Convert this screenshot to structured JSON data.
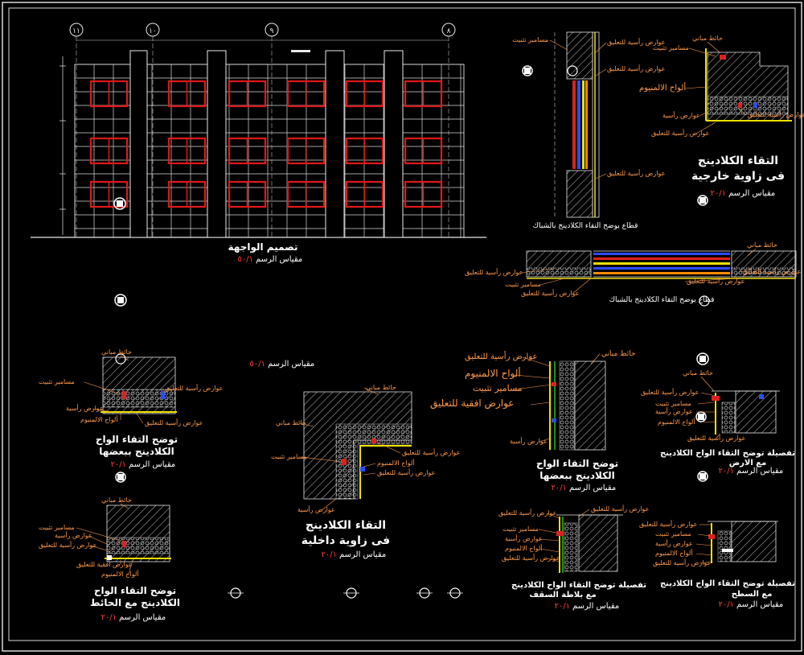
{
  "colors": {
    "background": "#000000",
    "frame": "#d8d8d8",
    "line": "#e8e8e8",
    "window": "#e01818",
    "label": "#ff9a4a",
    "title": "#ffffff",
    "scale_num": "#ff3b3b",
    "panel_yellow": "#f0e000",
    "panel_red": "#e02020",
    "panel_blue": "#2a4cff",
    "panel_green": "#20c020",
    "panel_orange": "#ff8a00"
  },
  "elevation": {
    "axis_tags": [
      "١١",
      "١٠",
      "٩",
      "٨"
    ],
    "title": "تصميم الواجهة",
    "scale_text": "مقياس الرسم",
    "scale_num": "٥٠/١"
  },
  "details": {
    "vertical_section": {
      "caption": "قطاع يوضح التقاء الكلادينج بالشباك",
      "labels": [
        "مسامير تثبيت",
        "عوارض رأسية للتعليق",
        "عوارض رأسية للتعليق",
        "عوارض رأسية للتعليق"
      ]
    },
    "horizontal_section": {
      "caption": "قطاع يوضح التقاء الكلادينج بالشباك",
      "labels": [
        "حائط مباني",
        "عوارض رأسية للتعليق",
        "مسامير تثبيت",
        "عوارض رأسية للتعليق",
        "عوارض رأسية للتعليق",
        "عوارض رأسية للتعليق"
      ]
    },
    "external_corner": {
      "title_line1": "التقاء الكلادينج",
      "title_line2": "فى زاوية خارجية",
      "scale_text": "مقياس الرسم",
      "scale_num": "٢٠/١",
      "labels": [
        "حائط مباني",
        "مسامير تثبيت",
        "ألواح الالمنيوم",
        "عوارض رأسية",
        "عوارض رأسية للتعليق",
        "عوارض رأسية للتعليق"
      ]
    },
    "panels_joint": {
      "title_line1": "توضح التقاء الواح",
      "title_line2": "الكلادينج ببعضها",
      "scale_text": "مقياس الرسم",
      "scale_num": "٢٠/١",
      "labels": [
        "حائط مباني",
        "مسامير تثبيت",
        "عوارض رأسية للتعليق",
        "عوارض رأسية",
        "ألواح الالمنيوم",
        "عوارض رأسية للتعليق"
      ]
    },
    "mid_scale": {
      "scale_text": "مقياس الرسم",
      "scale_num": "٥٠/١"
    },
    "internal_corner": {
      "title_line1": "التقاء الكلادينج",
      "title_line2": "فى زاوية داخلية",
      "scale_text": "مقياس الرسم",
      "scale_num": "٢٠/١",
      "labels": [
        "حائط مباني",
        "حائط مباني",
        "مسامير تثبيت",
        "عوارض رأسية للتعليق",
        "ألواح الالمنيوم",
        "عوارض رأسية للتعليق",
        "عوارض رأسية"
      ]
    },
    "vertical_joint": {
      "title_line1": "توضح التقاء الواح",
      "title_line2": "الكلادينج ببعضها",
      "scale_text": "مقياس الرسم",
      "scale_num": "٢٠/١",
      "labels": [
        "حائط مباني",
        "عوارض رأسية للتعليق",
        "ألواح الالمنيوم",
        "مسامير تثبيت",
        "عوارض افقية للتعليق",
        "عوارض رأسية"
      ]
    },
    "floor_detail": {
      "title_line1": "تفصيلة توضح التقاء الواح الكلادينج",
      "title_line2": "مع الارض",
      "scale_text": "مقياس الرسم",
      "scale_num": "٢٠/١",
      "labels": [
        "حائط مباني",
        "عوارض رأسية للتعليق",
        "مسامير تثبيت",
        "عوارض رأسية",
        "ألواح الالمنيوم",
        "عوارض رأسية للتعليق"
      ]
    },
    "wall_joint": {
      "title_line1": "توضح التقاء الواح",
      "title_line2": "الكلادينج مع الحائط",
      "scale_text": "مقياس الرسم",
      "scale_num": "٢٠/١",
      "labels": [
        "حائط مباني",
        "مسامير تثبيت",
        "عوارض رأسية",
        "عوارض رأسية للتعليق",
        "عوارض افقية للتعليق",
        "ألواح الالمنيوم"
      ]
    },
    "ceiling_detail": {
      "title_line1": "تفصيلة توضح التقاء الواح الكلادينج",
      "title_line2": "مع بلاطة السقف",
      "scale_text": "مقياس الرسم",
      "scale_num": "٢٠/١",
      "labels": [
        "عوارض رأسية للتعليق",
        "مسامير تثبيت",
        "عوارض رأسية",
        "ألواح الالمنيوم",
        "عوارض رأسية للتعليق",
        "عوارض رأسية للتعليق"
      ]
    },
    "roof_detail": {
      "title_line1": "تفصيلة توضح التقاء الواح الكلادينج",
      "title_line2": "مع السطح",
      "scale_text": "مقياس الرسم",
      "scale_num": "٢٠/١",
      "labels": [
        "عوارض رأسية للتعليق",
        "مسامير تثبيت",
        "عوارض رأسية",
        "ألواح الالمنيوم",
        "عوارض رأسية للتعليق"
      ]
    }
  }
}
